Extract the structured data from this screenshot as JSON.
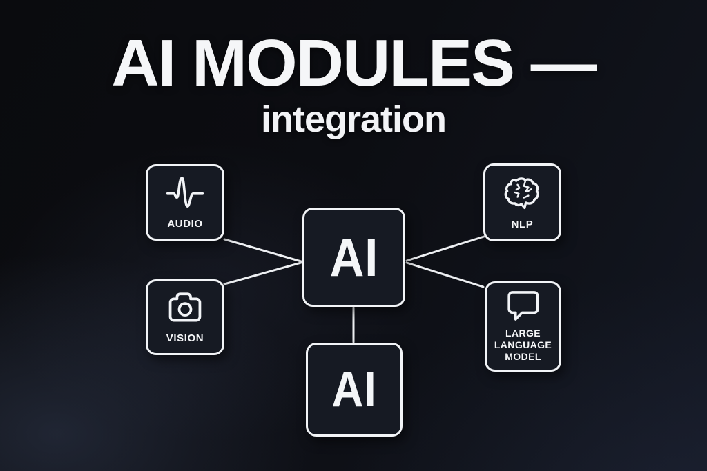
{
  "header": {
    "title": "AI MODULES —",
    "subtitle": "integration"
  },
  "nodes": {
    "audio": {
      "label": "AUDIO",
      "icon": "waveform-icon"
    },
    "vision": {
      "label": "VISION",
      "icon": "camera-icon"
    },
    "nlp": {
      "label": "NLP",
      "icon": "brain-icon"
    },
    "llm": {
      "label": "LARGE LANGUAGE MODEL",
      "icon": "speech-bubble-icon"
    },
    "ai_center": {
      "label": "AI"
    },
    "ai_bottom": {
      "label": "AI"
    }
  },
  "edges": [
    {
      "from": "audio",
      "to": "ai_center"
    },
    {
      "from": "vision",
      "to": "ai_center"
    },
    {
      "from": "nlp",
      "to": "ai_center"
    },
    {
      "from": "llm",
      "to": "ai_center"
    },
    {
      "from": "ai_center",
      "to": "ai_bottom"
    }
  ],
  "colors": {
    "background_top": "#0a0b0e",
    "background_bottom": "#141824",
    "card_fill": "#161a23",
    "line_and_border": "#f2f4f7",
    "text": "#f5f6f8"
  }
}
